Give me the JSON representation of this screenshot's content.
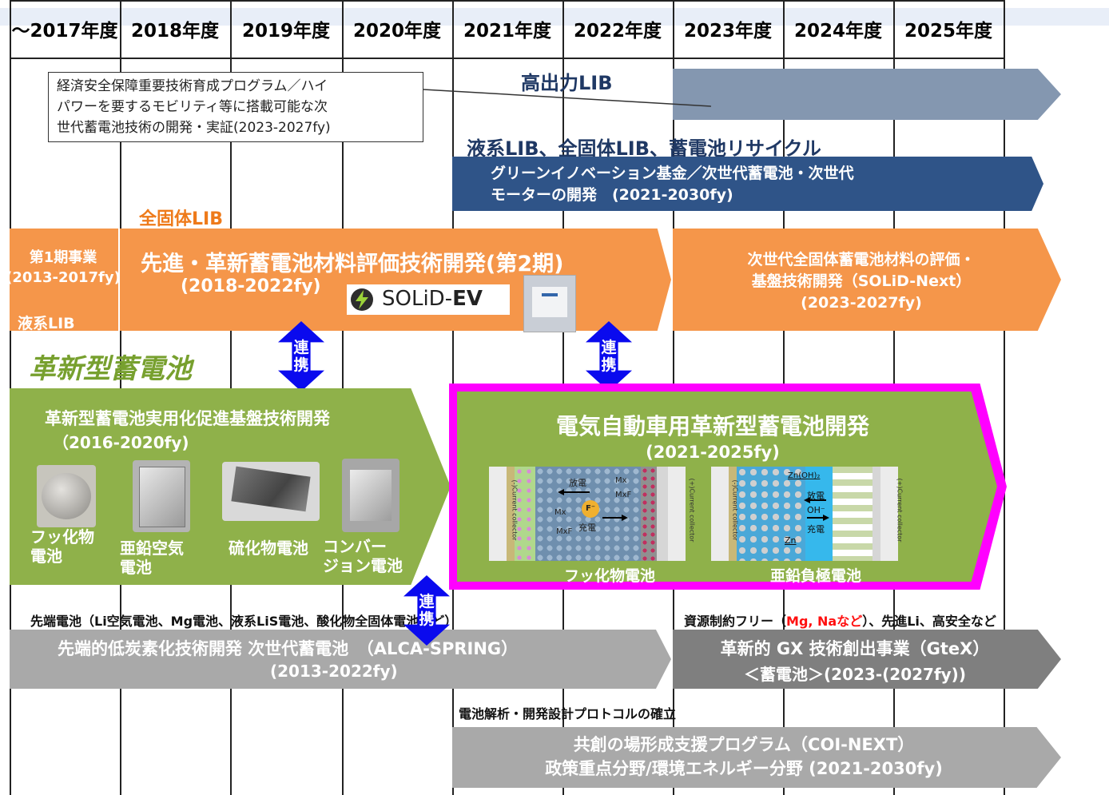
{
  "years": [
    "〜2017年度",
    "2018年度",
    "2019年度",
    "2020年度",
    "2021年度",
    "2022年度",
    "2023年度",
    "2024年度",
    "2025年度"
  ],
  "callout_text": "経済安全保障重要技術育成プログラム／ハイ\nパワーを要するモビリティ等に搭載可能な次\n世代蓄電池技術の開発・実証(2023-2027fy)",
  "hp_lib": {
    "category": "高出力LIB"
  },
  "gi": {
    "category": "液系LIB、全固体LIB、蓄電池リサイクル",
    "title": "グリーンイノベーション基金／次世代蓄電池・次世代\nモーターの開発　(2021-2030fy)"
  },
  "solid": {
    "category": "全固体LIB",
    "phase1": "第1期事業\n(2013-2017fy)",
    "phase1_cat": "液系LIB",
    "title": "先進・革新蓄電池材料評価技術開発(第2期)",
    "period": "(2018-2022fy)",
    "logo_text": "SOLiD-",
    "logo_bold": "EV",
    "next": "次世代全固体蓄電池材料の評価・\n基盤技術開発（SOLiD-Next）\n(2023-2027fy)"
  },
  "renkei_label": "連\n携",
  "innovative": {
    "category": "革新型蓄電池",
    "base_title": "革新型蓄電池実用化促進基盤技術開発",
    "base_period": "（2016-2020fy)",
    "photos": [
      "フッ化物\n電池",
      "亜鉛空気\n電池",
      "硫化物電池",
      "コンバー\nジョン電池"
    ],
    "ev_title": "電気自動車用革新型蓄電池開発",
    "ev_period": "(2021-2025fy)",
    "fluoride_label": "フッ化物電池",
    "zinc_label": "亜鉛負極電池",
    "diagram_labels": {
      "collector_neg": "(-)Current collector",
      "collector_pos": "(+)Current collector",
      "discharge": "放電",
      "charge": "充電",
      "ion_f": "F⁻",
      "mx": "Mx",
      "mxf": "MxF",
      "zn_oh": "Zn(OH)₂",
      "oh": "OH⁻",
      "zn": "Zn"
    }
  },
  "alca": {
    "note": "先端電池（Li空気電池、Mg電池、液系LiS電池、酸化物全固体電池など）",
    "title": "先端的低炭素化技術開発 次世代蓄電池　（ALCA-SPRING）",
    "period": "(2013-2022fy)"
  },
  "gtex": {
    "note_pre": "資源制約フリー（",
    "note_red": "Mg, Naなど",
    "note_post": "）、先進Li、高安全など",
    "title": "革新的 GX 技術創出事業（GteX）",
    "period": "＜蓄電池＞(2023-(2027fy))"
  },
  "coi": {
    "note": "電池解析・開発設計プロトコルの確立",
    "title": "共創の場形成支援プログラム（COI-NEXT）",
    "sub": "政策重点分野/環境エネルギー分野 (2021-2030fy)"
  },
  "colors": {
    "orange": "#f5964a",
    "green": "#8fb14a",
    "navy": "#2f5488",
    "steel": "#8497b0",
    "gray": "#a9a9a9",
    "darkgray": "#7f7f7f",
    "magenta": "#ff00ff",
    "blue_arrow": "#0a0aee",
    "orange_text": "#ee7a1a",
    "green_text": "#77a02e",
    "navy_text": "#1f3864"
  },
  "icons": [
    "lightning-icon",
    "bidirectional-arrow-icon"
  ]
}
